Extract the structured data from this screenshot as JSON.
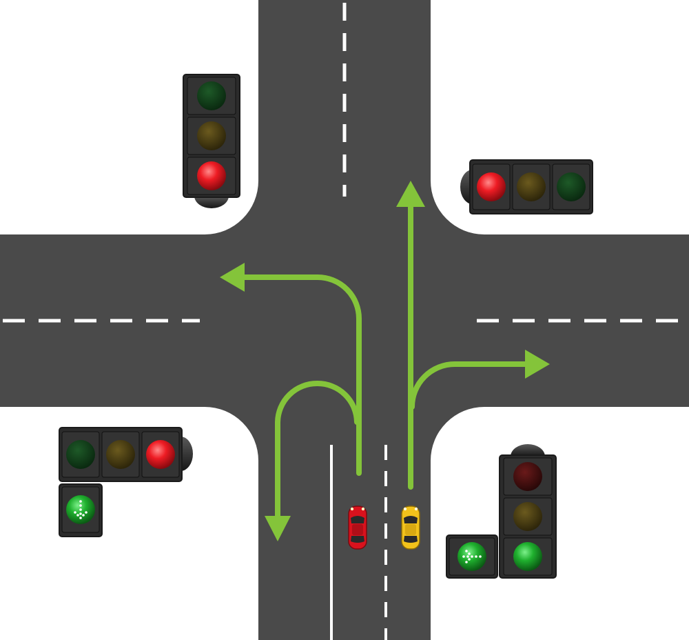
{
  "colors": {
    "background": "#ffffff",
    "road": "#4a4a4a",
    "lane_marking": "#ffffff",
    "route_arrow": "#84c43a",
    "housing": "#2b2b2b",
    "housing_edge": "#3c3c3c",
    "lamp_red_on": "#e8141b",
    "lamp_red_off": "#3a0c0c",
    "lamp_yellow_off": "#4a3d12",
    "lamp_green_on": "#1ea52c",
    "lamp_green_off": "#0f3a17",
    "car_red": "#d9121d",
    "car_yellow": "#f2c21b"
  },
  "traffic_lights": [
    {
      "id": "north-west",
      "orientation": "vertical",
      "lamps": [
        "green-off",
        "yellow-off",
        "red-on"
      ],
      "arrow_section": null
    },
    {
      "id": "north-east",
      "orientation": "horizontal",
      "lamps": [
        "red-on",
        "yellow-off",
        "green-off"
      ],
      "arrow_section": null
    },
    {
      "id": "south-west",
      "orientation": "horizontal",
      "lamps": [
        "green-off",
        "yellow-off",
        "red-on"
      ],
      "arrow_section": {
        "state": "green-on",
        "icon": "arrow-down-icon"
      }
    },
    {
      "id": "south-east",
      "orientation": "vertical",
      "lamps": [
        "red-off",
        "yellow-off",
        "green-on"
      ],
      "arrow_section": {
        "state": "green-on",
        "icon": "arrow-left-icon"
      }
    }
  ],
  "vehicles": [
    {
      "id": "red-car",
      "color": "red",
      "lane": "left"
    },
    {
      "id": "yellow-car",
      "color": "yellow",
      "lane": "right"
    }
  ],
  "routes": [
    {
      "id": "route-left-turn",
      "from_lane": "left",
      "direction": "left"
    },
    {
      "id": "route-u-turn",
      "from_lane": "left",
      "direction": "u-turn"
    },
    {
      "id": "route-straight",
      "from_lane": "right",
      "direction": "straight"
    },
    {
      "id": "route-right-turn",
      "from_lane": "right",
      "direction": "right"
    }
  ]
}
